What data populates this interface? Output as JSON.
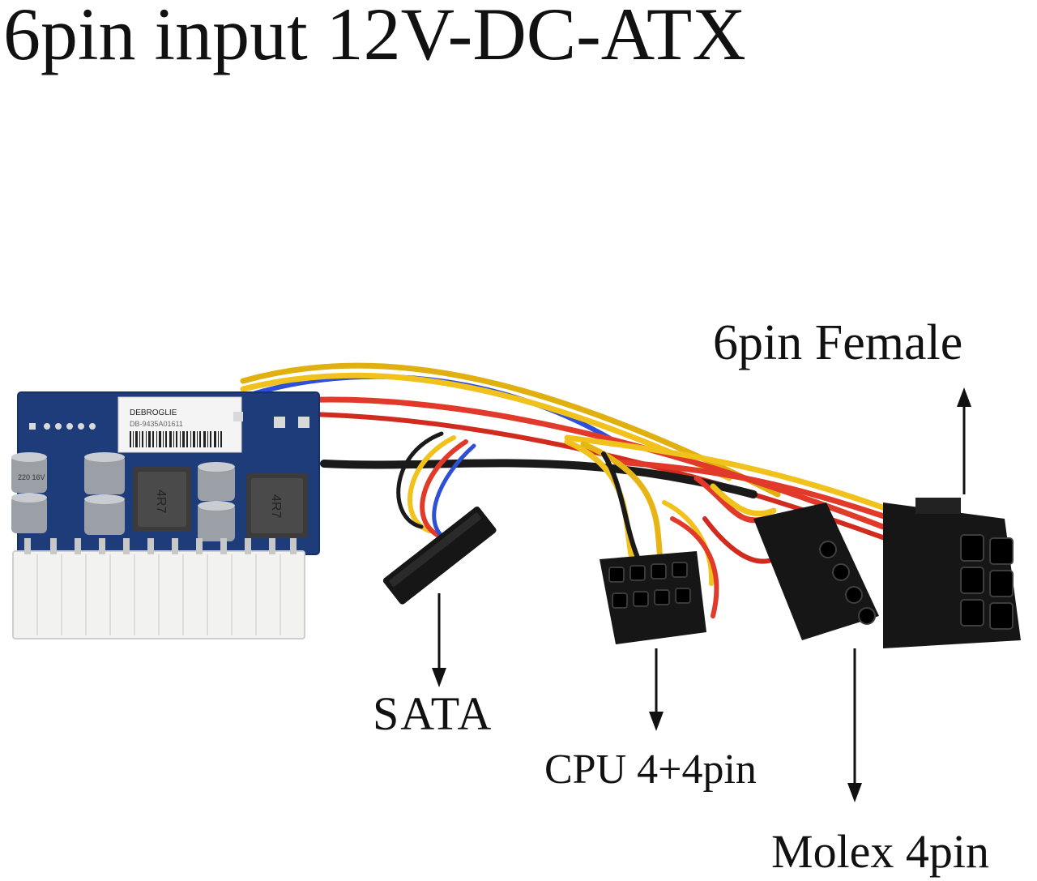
{
  "title": "6pin input 12V-DC-ATX",
  "labels": {
    "six_pin_female": "6pin Female",
    "sata": "SATA",
    "cpu": "CPU 4+4pin",
    "molex": "Molex 4pin"
  },
  "board": {
    "brand": "DEBROGLIE",
    "serial": "DB-9435A01611",
    "inductor_marking": "4R7",
    "capacitor_marking": "220 16V"
  },
  "colors": {
    "board": "#1f3c7a",
    "wire_yellow": "#f1c21b",
    "wire_red": "#e23a2a",
    "wire_black": "#1a1a1a",
    "wire_blue": "#2e4fd6",
    "connector_black": "#161616",
    "atx_white": "#f2f2f0"
  }
}
